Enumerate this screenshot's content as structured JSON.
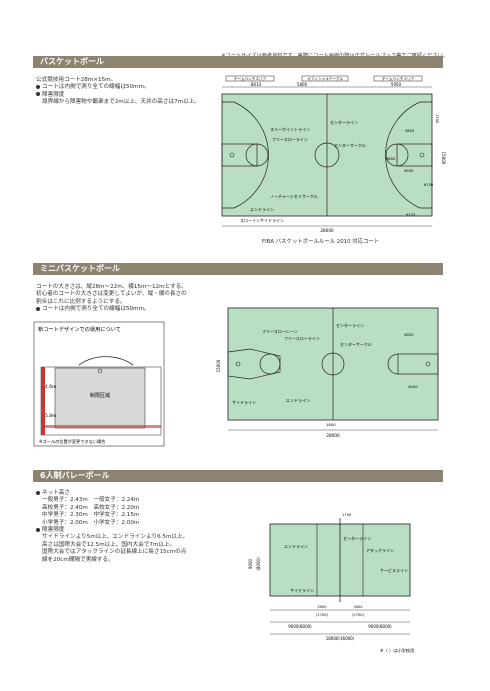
{
  "page": {
    "top_note": "※コートサイズは参考資料です。実際にコート画線の際は正式ルールブック等でご確認ください。"
  },
  "basketball": {
    "header": "バスケットボール",
    "lines": [
      "公式競技用コート28m×15m。",
      "コートは内側で測り全ての線幅は50mm。",
      "障害限度",
      "境界線から障害物や観衆まで2m以上、天井の高さは7m以上。"
    ],
    "labels": {
      "bench_left": "チームベンチエリア",
      "table": "オフィシャルテーブル",
      "bench_right": "チームベンチエリア",
      "center_line": "センターライン",
      "three_pt": "スリーポイントライン",
      "free_throw": "フリースローライン",
      "center_circle": "センターサークル",
      "no_charge": "ノーチャージセミサークル",
      "end_line": "エンドライン",
      "throw_in": "スローインサイドライン"
    },
    "dims": {
      "d8610": "8610",
      "d5800": "5800",
      "d5950": "5950",
      "d1700": "1700",
      "d15000": "15000",
      "d5800b": "5800",
      "d4900": "4900",
      "d3600": "3600",
      "d6750": "6750",
      "d28000": "28000",
      "d9225": "9225",
      "d1800": "1800"
    },
    "caption": "FIBA バスケットボールルール 2010 対応コート"
  },
  "mini": {
    "header": "ミニバスケットボール",
    "lines": [
      "コートの大きさは、縦28m～22m、横15m～12mとする。",
      "初心者のコートの大きさは変更してよいが、縦・横の長さの",
      "割合はこれに比例するようにする。",
      "コートは内側で測り全ての線幅は50mm。"
    ],
    "inset": {
      "title": "新コートデザインでの運用について",
      "area": "制限区域",
      "d46": "4.6m",
      "d58": "5.8m",
      "note": "※ゴールの位置が変更できない場合"
    },
    "labels": {
      "free_throw": "フリースローレーン",
      "free_throw_line": "フリースローライン",
      "center_line": "センターライン",
      "center_circle": "センターサークル",
      "side_line": "サイドライン",
      "end_line": "エンドライン"
    },
    "dims": {
      "d4850": "4850",
      "d4000": "4000",
      "d15000": "15000",
      "d1800": "1800",
      "d28000": "28000"
    }
  },
  "volley": {
    "header": "6人制バレーボール",
    "net_title": "ネット高さ",
    "net": [
      [
        "一般男子：2.43m",
        "一般女子：2.24m"
      ],
      [
        "高校男子：2.40m",
        "高校女子：2.20m"
      ],
      [
        "中学男子：2.30m",
        "中学女子：2.15m"
      ],
      [
        "小学男子：2.00m",
        "小学女子：2.00m"
      ]
    ],
    "limit_title": "障害限度",
    "limit_lines": [
      "サイドラインより5m以上、エンドラインより6.5m以上。",
      "高さは国際大会で12.5m以上、国内大会で7m以上。",
      "国際大会ではアタックラインの延長線上に長さ15cmの点",
      "線を20cm間隔で実線する。"
    ],
    "labels": {
      "end_line": "エンドライン",
      "center_line": "センターライン",
      "attack_line": "アタックライン",
      "side_line": "サイドライン",
      "service_line": "サービスライン"
    },
    "dims": {
      "d9000a": "9000(8000)",
      "d9000b": "9000(8000)",
      "d18000": "18000(16000)",
      "d3000a": "3000",
      "d3000b": "3000",
      "d2700a": "(2700)",
      "d2700b": "(2700)",
      "d9000v": "9000",
      "d8000v": "(8000)",
      "d1750": "1750"
    },
    "footnote": "※（ ）は小学校用"
  },
  "colors": {
    "court_green": "#b9dec1",
    "header_bg": "#8c8370",
    "line": "#222222"
  }
}
